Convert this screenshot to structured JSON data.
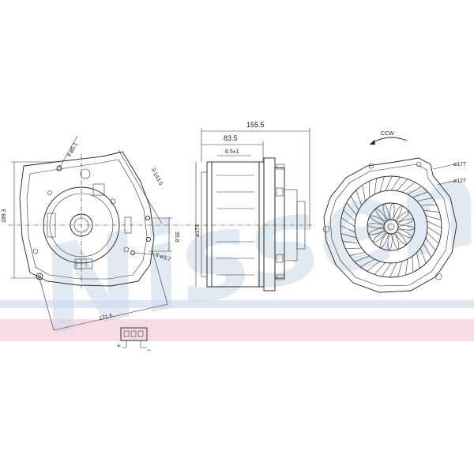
{
  "watermark": {
    "text": "Nissens",
    "color": "#c9d9ea"
  },
  "band_colors": {
    "blue": "#dfe8f2",
    "pink": "#f6dde3"
  },
  "left_view": {
    "dims": {
      "hole_top": "4-ø5.1",
      "height": "189.3",
      "bolt_circle": "3-143.5",
      "offset": "35.8",
      "hole_right": "3-ø3.7",
      "width": "171.5"
    }
  },
  "side_view": {
    "dims": {
      "overall_length": "155.5",
      "motor_length": "83.5",
      "shaft": "6.5±1",
      "diameter": "ø173"
    }
  },
  "front_view": {
    "rotation": "CCW",
    "dims": {
      "outer": "ø177",
      "inner": "ø127"
    }
  },
  "connector": {
    "plus": "+",
    "minus": "−"
  }
}
